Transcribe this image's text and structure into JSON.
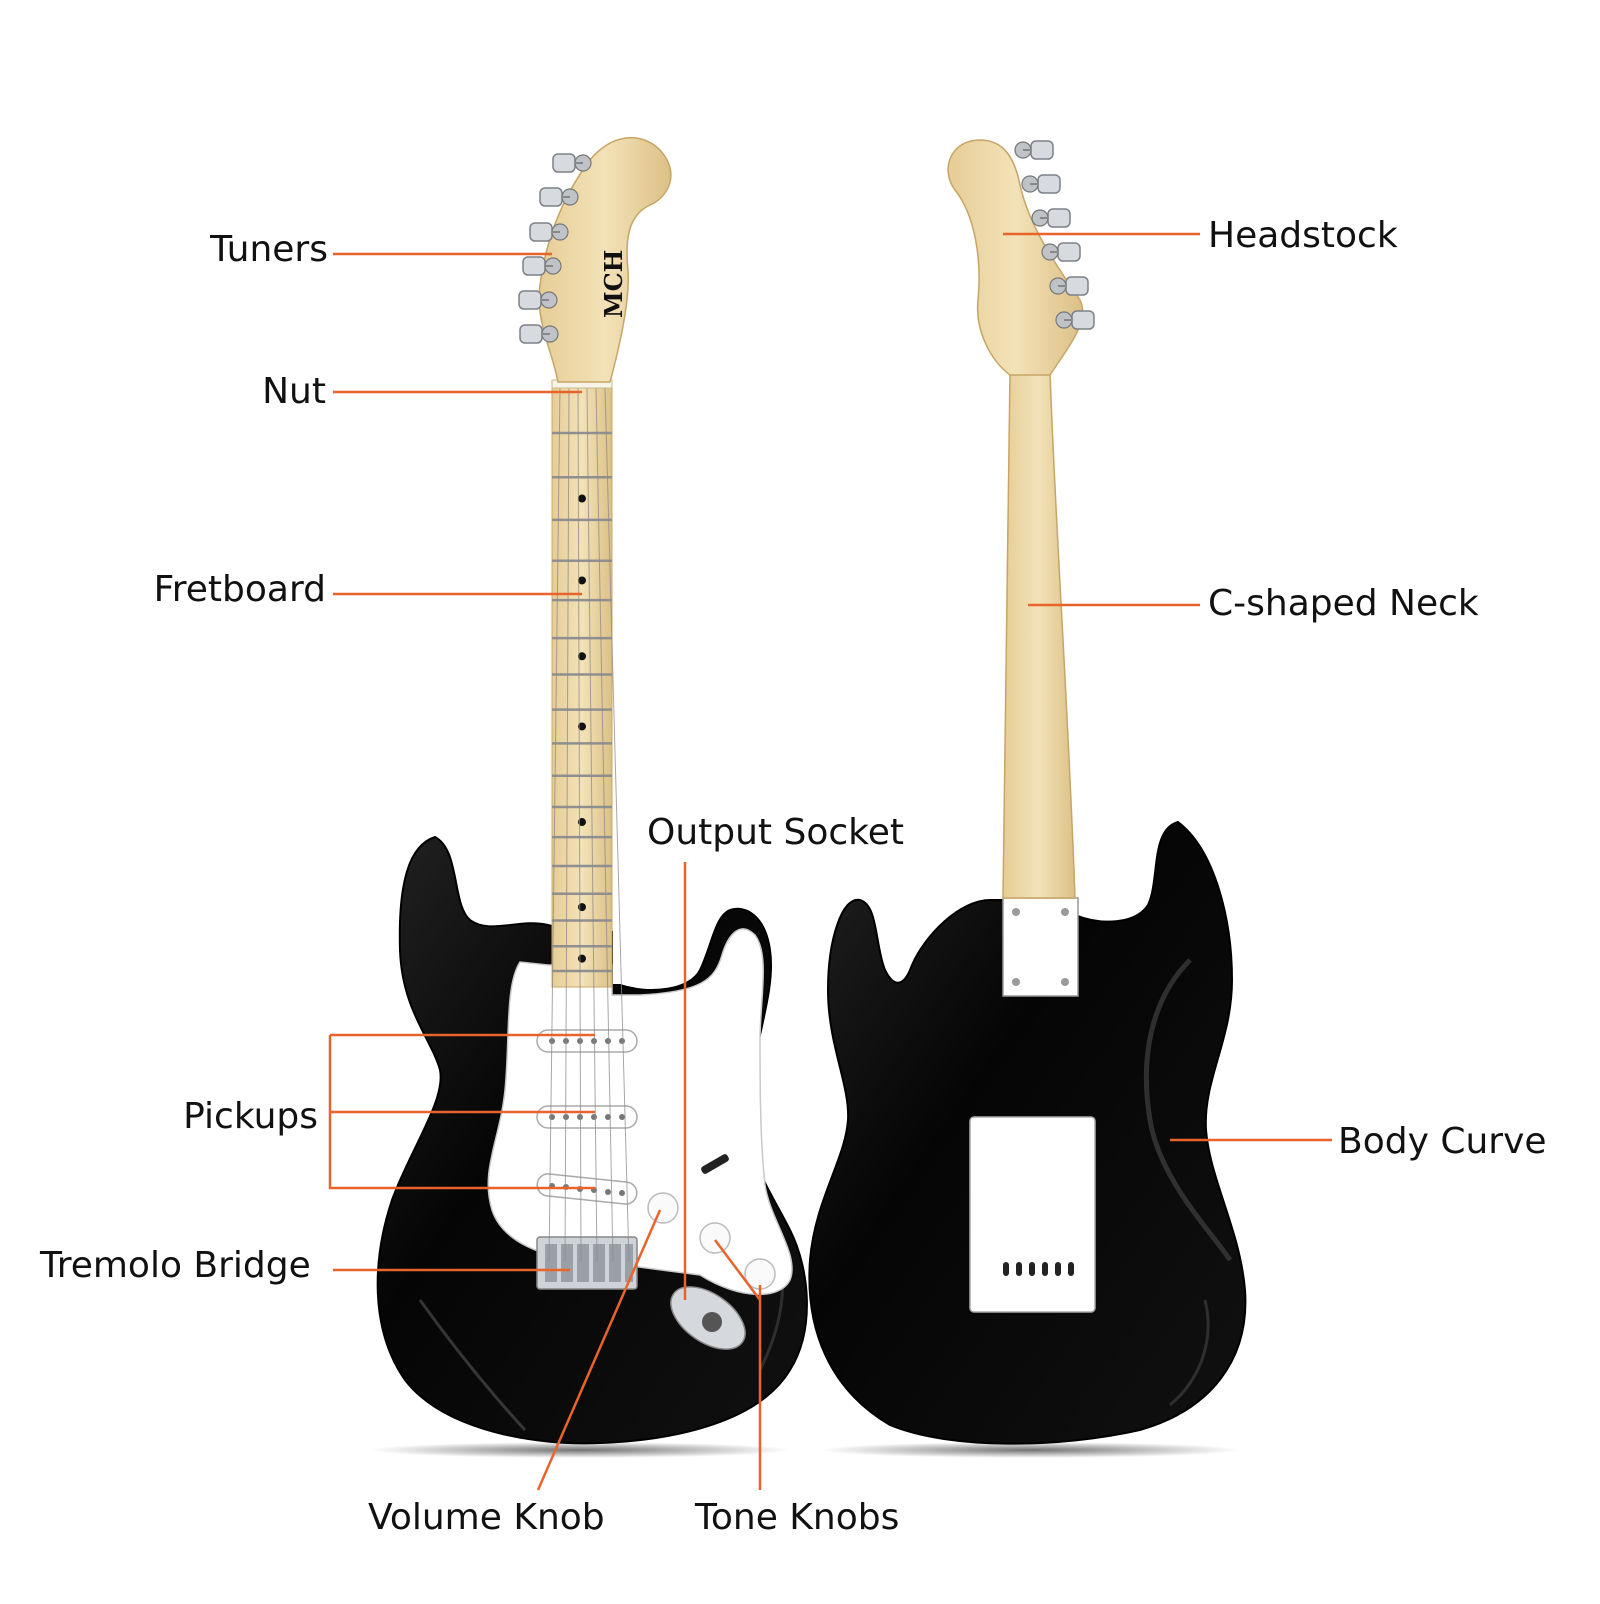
{
  "colors": {
    "leader": "#e8642a",
    "body": "#0b0b0b",
    "maple": "#ecd8a8",
    "maple_dark": "#d9bd82",
    "pickguard": "#ffffff",
    "chrome": "#c9ccd1",
    "fret": "#9a9a9a"
  },
  "headstock_logo": "MCH",
  "labels": {
    "tuners": "Tuners",
    "nut": "Nut",
    "fretboard": "Fretboard",
    "pickups": "Pickups",
    "tremolo_bridge": "Tremolo Bridge",
    "volume_knob": "Volume Knob",
    "tone_knobs": "Tone Knobs",
    "output_socket": "Output Socket",
    "headstock": "Headstock",
    "c_shaped_neck": "C-shaped Neck",
    "body_curve": "Body Curve"
  }
}
